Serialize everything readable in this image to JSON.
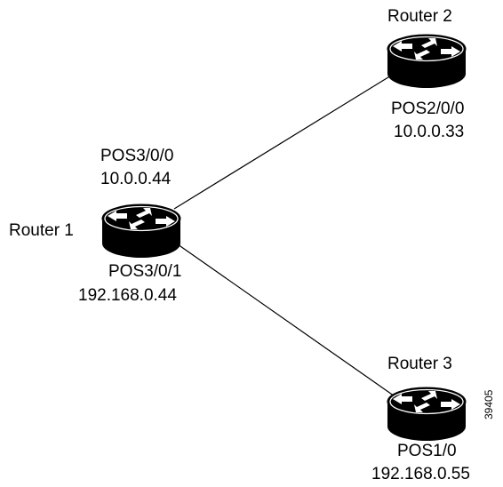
{
  "routers": [
    {
      "id": "router-1",
      "name": "Router 1"
    },
    {
      "id": "router-2",
      "name": "Router 2"
    },
    {
      "id": "router-3",
      "name": "Router 3"
    }
  ],
  "interfaces": {
    "r1_a": {
      "port": "POS3/0/0",
      "ip": "10.0.0.44"
    },
    "r1_b": {
      "port": "POS3/0/1",
      "ip": "192.168.0.44"
    },
    "r2": {
      "port": "POS2/0/0",
      "ip": "10.0.0.33"
    },
    "r3": {
      "port": "POS1/0",
      "ip": "192.168.0.55"
    }
  },
  "links": [
    {
      "from": "Router 1",
      "to": "Router 2"
    },
    {
      "from": "Router 1",
      "to": "Router 3"
    }
  ],
  "figure_id": "39405",
  "icon": "router-icon"
}
